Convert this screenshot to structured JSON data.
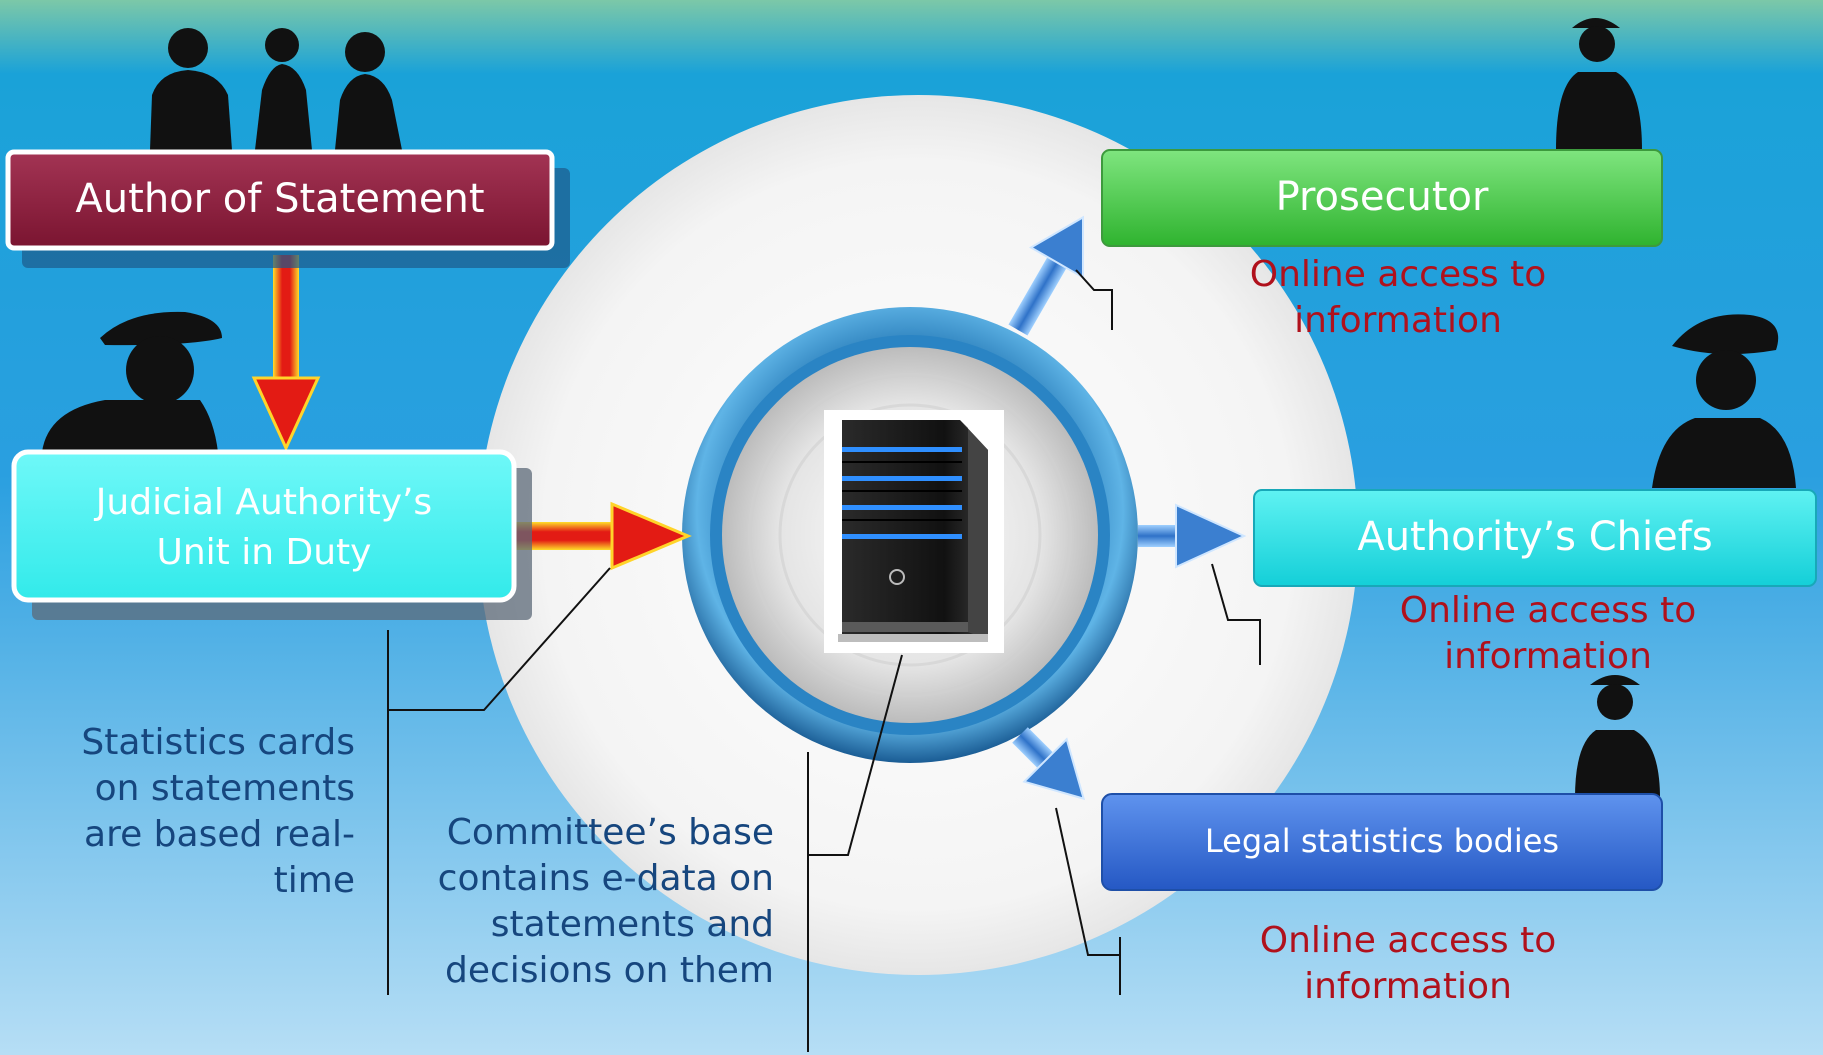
{
  "colors": {
    "author_box": "#8e1f3c",
    "duty_box": "#3ff3f3",
    "prosecutor_box": "#4ccf4c",
    "chiefs_box": "#2fe3e3",
    "legal_box": "#3f77dd",
    "red_arrow": "#e31b14",
    "blue_arrow": "#3b7fd0",
    "blue_text": "#16467e",
    "red_text": "#b0111c"
  },
  "nodes": {
    "author": {
      "label": "Author of Statement"
    },
    "duty": {
      "line1": "Judicial Authority’s",
      "line2": "Unit in Duty"
    },
    "prosecutor": {
      "label": "Prosecutor"
    },
    "chiefs": {
      "label": "Authority’s Chiefs"
    },
    "legal": {
      "label": "Legal statistics bodies"
    }
  },
  "annotations": {
    "stats_cards": [
      "Statistics cards",
      "on statements",
      "are based real-",
      "time"
    ],
    "committee_base": [
      "Committee’s base",
      "contains e-data on",
      "statements and",
      "decisions on them"
    ],
    "online_access": [
      "Online access to",
      "information"
    ]
  },
  "icons": [
    "server-icon",
    "people-silhouette-icon",
    "officer-silhouette-icon"
  ]
}
